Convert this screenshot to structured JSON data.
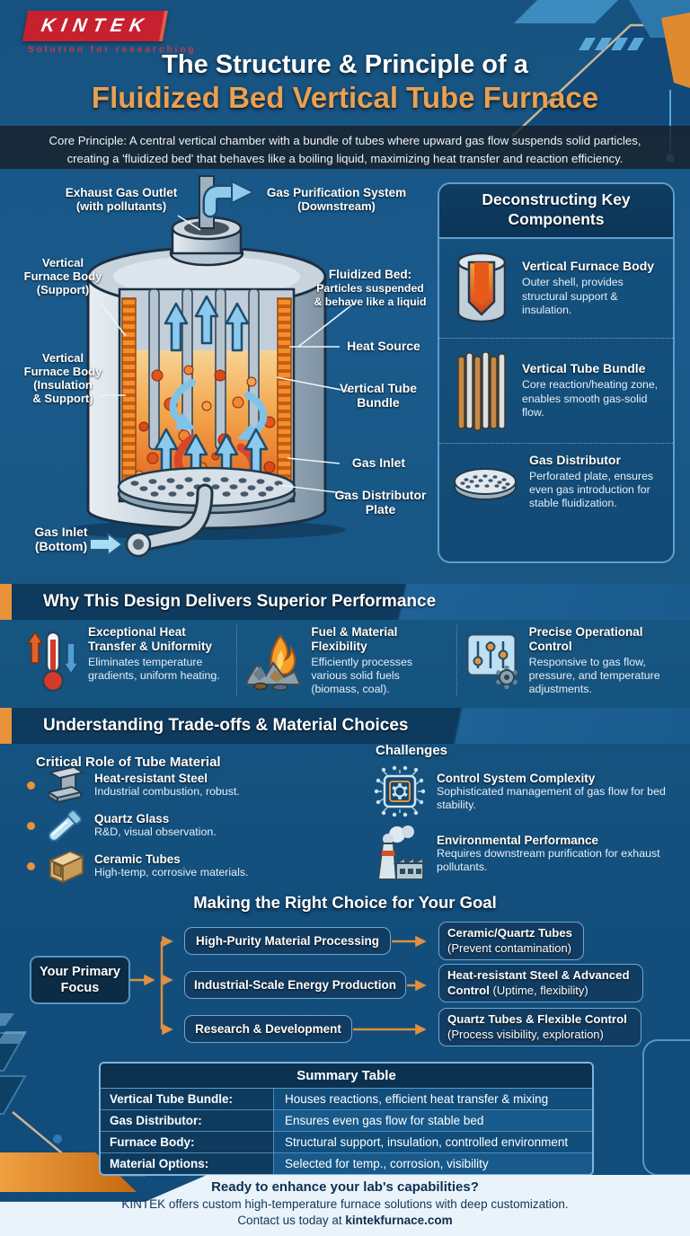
{
  "brand": {
    "name": "KINTEK",
    "tagline": "Solution for researching"
  },
  "header": {
    "title_line1": "The Structure & Principle of a",
    "title_line2": "Fluidized Bed Vertical Tube Furnace",
    "core_principle_line1": "Core Principle: A central vertical chamber with a bundle of tubes where upward gas flow suspends solid particles,",
    "core_principle_line2": "creating a 'fluidized bed' that behaves like a boiling liquid, maximizing heat transfer and reaction efficiency."
  },
  "diagram": {
    "labels": {
      "exhaust": {
        "l1": "Exhaust Gas Outlet",
        "l2": "(with pollutants)"
      },
      "purification": {
        "l1": "Gas Purification System",
        "l2": "(Downstream)"
      },
      "body_support": {
        "l1": "Vertical",
        "l2": "Furnace Body",
        "l3": "(Support)"
      },
      "fluidized": {
        "l1": "Fluidized Bed:",
        "l2": "Particles suspended",
        "l3": "& behave like a liquid"
      },
      "heat_source": {
        "l1": "Heat Source"
      },
      "body_insulation": {
        "l1": "Vertical",
        "l2": "Furnace Body",
        "l3": "(Insulation",
        "l4": "& Support)"
      },
      "tube_bundle": {
        "l1": "Vertical Tube",
        "l2": "Bundle"
      },
      "gas_inlet_side": {
        "l1": "Gas Inlet"
      },
      "distributor": {
        "l1": "Gas Distributor",
        "l2": "Plate"
      },
      "gas_inlet_bottom": {
        "l1": "Gas Inlet",
        "l2": "(Bottom)"
      }
    }
  },
  "components_panel": {
    "title_line1": "Deconstructing Key",
    "title_line2": "Components",
    "items": [
      {
        "icon": "furnace-body-icon",
        "title": "Vertical Furnace Body",
        "desc": "Outer shell, provides structural support & insulation."
      },
      {
        "icon": "tube-bundle-icon",
        "title": "Vertical Tube Bundle",
        "desc": "Core reaction/heating zone, enables smooth gas-solid flow."
      },
      {
        "icon": "gas-distributor-icon",
        "title": "Gas Distributor",
        "desc": "Perforated plate, ensures even gas introduction for stable fluidization."
      }
    ]
  },
  "performance": {
    "title": "Why This Design Delivers Superior Performance",
    "items": [
      {
        "icon": "thermometer-icon",
        "title": "Exceptional Heat Transfer & Uniformity",
        "desc": "Eliminates temperature gradients, uniform heating."
      },
      {
        "icon": "fuel-flame-icon",
        "title": "Fuel & Material Flexibility",
        "desc": "Efficiently processes various solid fuels (biomass, coal)."
      },
      {
        "icon": "control-panel-icon",
        "title": "Precise Operational Control",
        "desc": "Responsive to gas flow, pressure, and temperature adjustments."
      }
    ]
  },
  "tradeoffs": {
    "title": "Understanding Trade-offs & Material Choices",
    "materials": {
      "title": "Critical Role of Tube Material",
      "items": [
        {
          "icon": "steel-beam-icon",
          "title": "Heat-resistant Steel",
          "desc": "Industrial combustion, robust."
        },
        {
          "icon": "quartz-tube-icon",
          "title": "Quartz Glass",
          "desc": "R&D, visual observation."
        },
        {
          "icon": "ceramic-tube-icon",
          "title": "Ceramic Tubes",
          "desc": "High-temp, corrosive materials."
        }
      ]
    },
    "challenges": {
      "title": "Challenges",
      "items": [
        {
          "icon": "chip-gear-icon",
          "title": "Control System Complexity",
          "desc": "Sophisticated management of gas flow for bed stability."
        },
        {
          "icon": "factory-icon",
          "title": "Environmental Performance",
          "desc": "Requires downstream purification for exhaust pollutants."
        }
      ]
    }
  },
  "choice": {
    "title": "Making the Right Choice for Your Goal",
    "source_line1": "Your Primary",
    "source_line2": "Focus",
    "rows": [
      {
        "goal": "High-Purity Material Processing",
        "result_bold": "Ceramic/Quartz Tubes",
        "result_note": "(Prevent contamination)"
      },
      {
        "goal": "Industrial-Scale Energy Production",
        "result_bold": "Heat-resistant Steel & Advanced Control",
        "result_note": "(Uptime, flexibility)"
      },
      {
        "goal": "Research & Development",
        "result_bold": "Quartz Tubes & Flexible Control",
        "result_note": "(Process visibility, exploration)"
      }
    ]
  },
  "summary_table": {
    "title": "Summary Table",
    "rows": [
      {
        "label": "Vertical Tube Bundle:",
        "value": "Houses reactions, efficient heat transfer & mixing"
      },
      {
        "label": "Gas Distributor:",
        "value": "Ensures even gas flow for stable bed"
      },
      {
        "label": "Furnace Body:",
        "value": "Structural support, insulation, controlled environment"
      },
      {
        "label": "Material Options:",
        "value": "Selected for temp., corrosion, visibility"
      }
    ]
  },
  "footer": {
    "line1": "Ready to enhance your lab's capabilities?",
    "line2": "KINTEK offers custom high-temperature furnace solutions with deep customization.",
    "line3_prefix": "Contact us today at ",
    "line3_domain": "kintekfurnace.com"
  },
  "colors": {
    "background": "#14517f",
    "accent_orange": "#e8923a",
    "brand_red": "#c7202e",
    "band_navy": "#0e3a5d",
    "light_blue": "#8ec6e8",
    "footer_bg": "#eaf3fa",
    "title_orange": "#e9a052"
  }
}
